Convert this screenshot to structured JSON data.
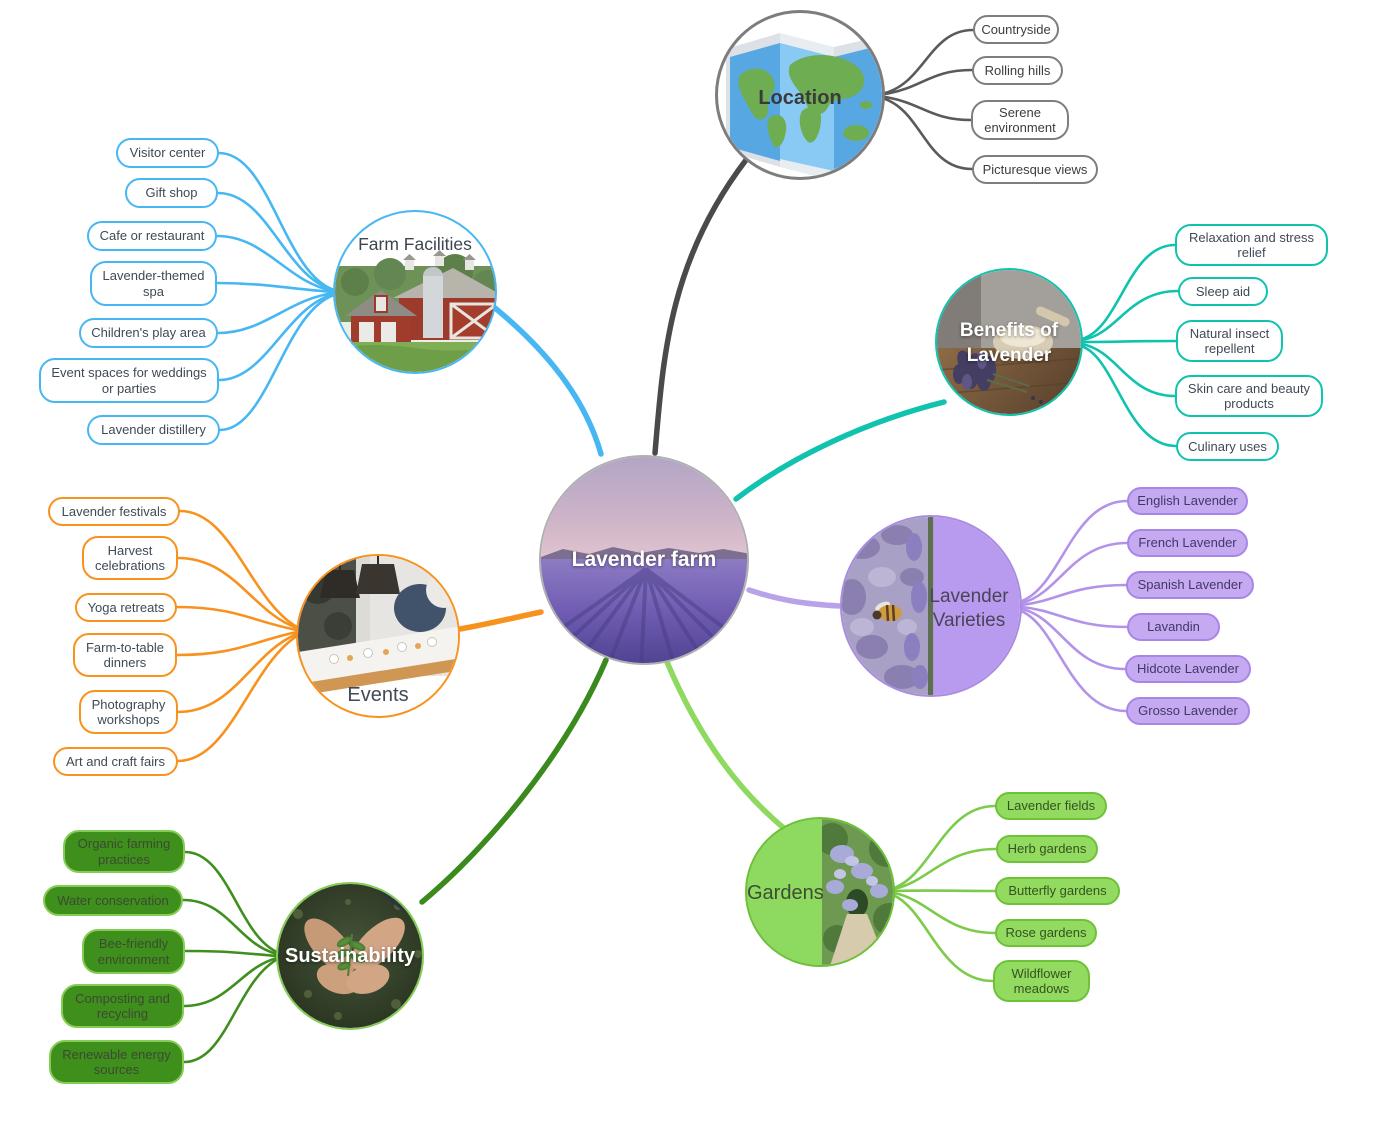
{
  "root": {
    "label": "Lavender farm"
  },
  "branches": [
    {
      "id": "location",
      "label": "Location",
      "accent": "#4a4a4a",
      "children": [
        "Countryside",
        "Rolling hills",
        "Serene environment",
        "Picturesque views"
      ]
    },
    {
      "id": "farm-facilities",
      "label": "Farm Facilities",
      "accent": "#47b7f3",
      "children": [
        "Visitor center",
        "Gift shop",
        "Cafe or restaurant",
        "Lavender-themed spa",
        "Children's play area",
        "Event spaces for weddings or parties",
        "Lavender distillery"
      ]
    },
    {
      "id": "benefits-of-lavender",
      "label": "Benefits of Lavender",
      "accent": "#10c3ae",
      "children": [
        "Relaxation and stress relief",
        "Sleep aid",
        "Natural insect repellent",
        "Skin care and beauty products",
        "Culinary uses"
      ]
    },
    {
      "id": "lavender-varieties",
      "label": "Lavender Varieties",
      "accent": "#b89bee",
      "children": [
        "English Lavender",
        "French Lavender",
        "Spanish Lavender",
        "Lavandin",
        "Hidcote Lavender",
        "Grosso Lavender"
      ]
    },
    {
      "id": "events",
      "label": "Events",
      "accent": "#f8921e",
      "children": [
        "Lavender festivals",
        "Harvest celebrations",
        "Yoga retreats",
        "Farm-to-table dinners",
        "Photography workshops",
        "Art and craft fairs"
      ]
    },
    {
      "id": "gardens",
      "label": "Gardens",
      "accent": "#8ed95f",
      "children": [
        "Lavender fields",
        "Herb gardens",
        "Butterfly gardens",
        "Rose gardens",
        "Wildflower meadows"
      ]
    },
    {
      "id": "sustainability",
      "label": "Sustainability",
      "accent": "#3b8a1e",
      "children": [
        "Organic farming practices",
        "Water conservation",
        "Bee-friendly environment",
        "Composting and recycling",
        "Renewable energy sources"
      ]
    }
  ]
}
